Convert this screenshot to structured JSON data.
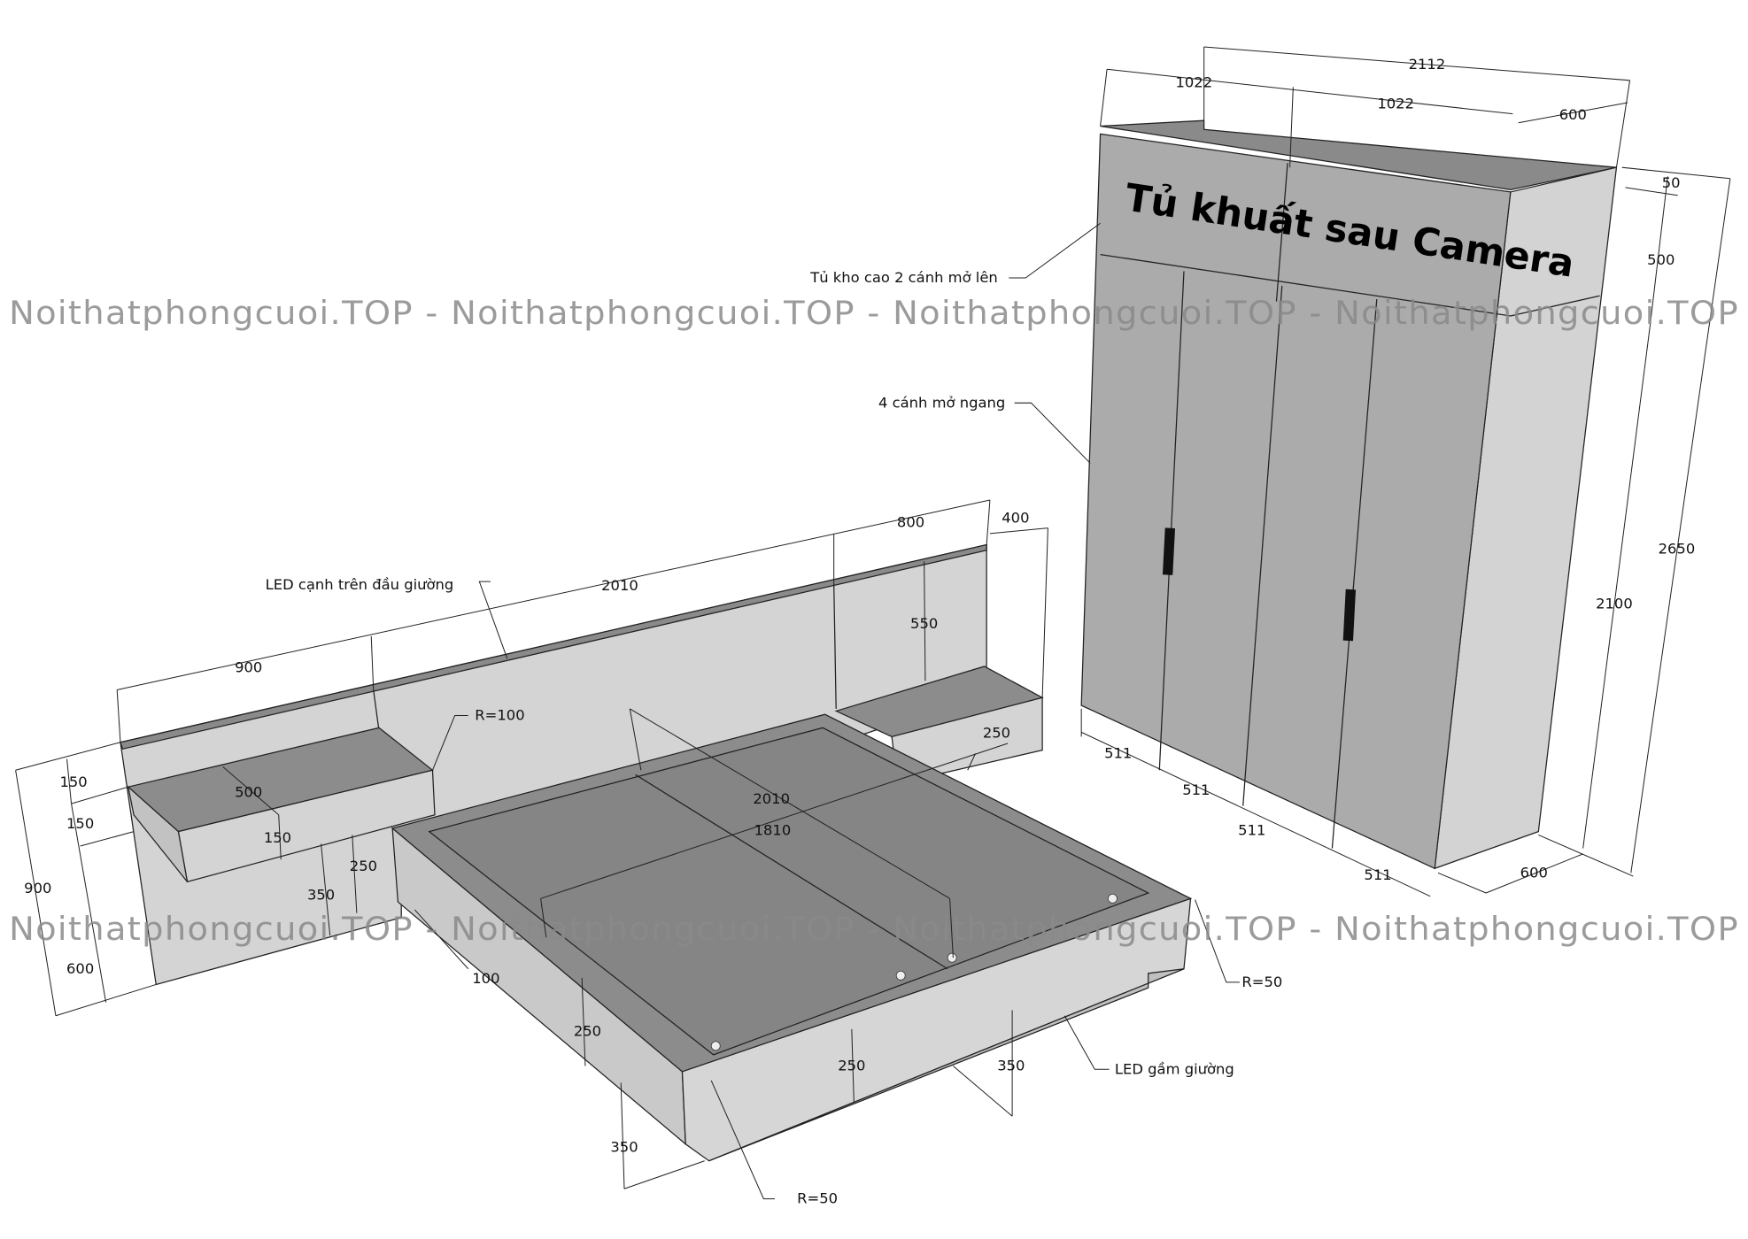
{
  "wardrobe": {
    "overlay_text": "Tủ khuất sau Camera",
    "notes": {
      "top_storage": "Tủ kho cao 2 cánh mở lên",
      "doors": "4 cánh mở ngang"
    },
    "dims": {
      "total_width": "2112",
      "top_left_width": "1022",
      "top_right_width": "1022",
      "depth_top": "600",
      "top_thickness": "50",
      "top_section_height": "500",
      "total_height": "2650",
      "door_height": "2100",
      "door_1": "511",
      "door_2": "511",
      "door_3": "511",
      "door_4": "511",
      "depth_bottom": "600"
    }
  },
  "bed": {
    "notes": {
      "headboard_led": "LED cạnh trên đầu giường",
      "under_led": "LED gầm giường",
      "nightstand_radius": "R=100",
      "corner_radius_front": "R=50",
      "corner_radius_right": "R=50"
    },
    "dims": {
      "headboard_width": "2010",
      "right_panel_width": "800",
      "right_panel_depth": "400",
      "left_panel_width": "900",
      "right_panel_height": "550",
      "top_strip": "150",
      "second_strip": "150",
      "nightstand_depth": "500",
      "nightstand_height": "150",
      "nightstand_clearance": "350",
      "headboard_gap": "250",
      "headboard_height": "900",
      "lower_height": "600",
      "right_nightstand_height": "250",
      "bed_length": "2010",
      "bed_inner_width": "1810",
      "rail_offset": "100",
      "side_rail_height": "250",
      "front_rail_height": "250",
      "front_total_height": "350",
      "side_total_height": "350"
    }
  },
  "watermark": {
    "text": "Noithatphongcuoi.TOP - Noithatphongcuoi.TOP - Noithatphongcuoi.TOP - Noithatphongcuoi.TOP"
  },
  "colors": {
    "panel_light": "#d2d2d2",
    "panel_mid": "#a9a9a9",
    "panel_dark": "#8a8a8a",
    "background": "#ffffff"
  }
}
